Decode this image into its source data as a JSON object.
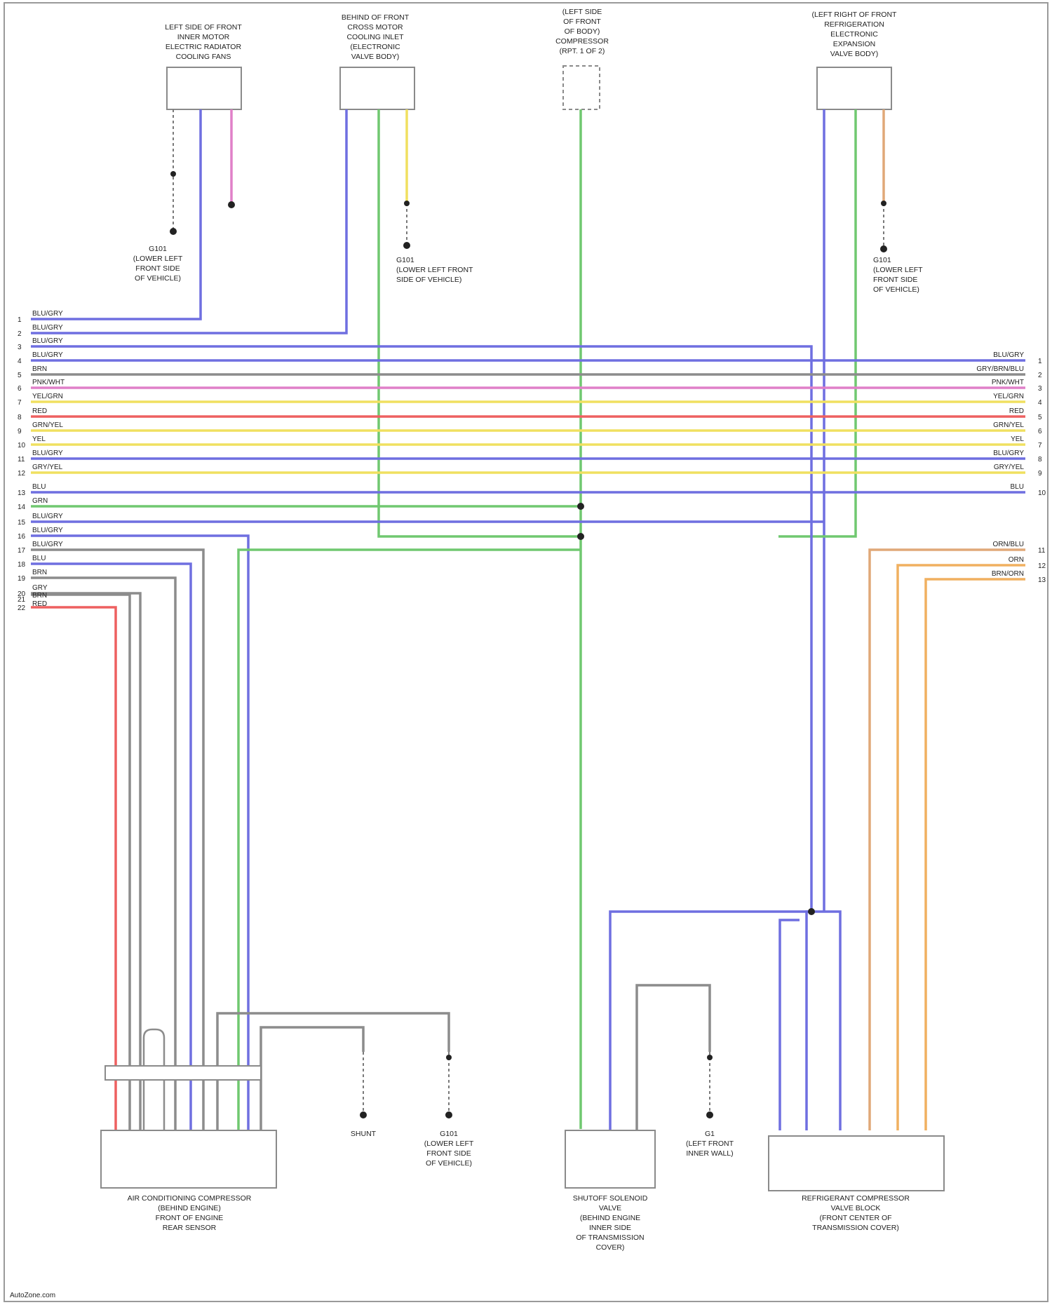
{
  "components": {
    "top1": [
      "LEFT SIDE OF FRONT",
      "INNER MOTOR",
      "ELECTRIC RADIATOR",
      "COOLING FANS"
    ],
    "top2": [
      "BEHIND OF FRONT",
      "CROSS MOTOR",
      "COOLING INLET",
      "(ELECTRONIC",
      "VALVE BODY)"
    ],
    "top3": [
      "(LEFT SIDE",
      "OF FRONT",
      "OF BODY)",
      "COMPRESSOR",
      "(RPT. 1 OF 2)"
    ],
    "top4": [
      "(LEFT RIGHT OF FRONT",
      "REFRIGERATION",
      "ELECTRONIC",
      "EXPANSION",
      "VALVE BODY)"
    ],
    "bottom1": [
      "AIR CONDITIONING COMPRESSOR",
      "(BEHIND ENGINE)",
      "FRONT OF ENGINE",
      "REAR SENSOR"
    ],
    "bottom2": [
      "SHUTOFF SOLENOID",
      "VALVE",
      "(BEHIND ENGINE",
      "INNER SIDE",
      "OF TRANSMISSION",
      "COVER)"
    ],
    "bottom3": [
      "REFRIGERANT COMPRESSOR",
      "VALVE BLOCK",
      "(FRONT CENTER OF",
      "TRANSMISSION COVER)"
    ]
  },
  "grounds": {
    "g1": [
      "G101",
      "(LOWER LEFT",
      "FRONT SIDE",
      "OF VEHICLE)"
    ],
    "g2": [
      "G101",
      "(LOWER LEFT FRONT",
      "SIDE OF VEHICLE)"
    ],
    "g3": [
      "G101",
      "(LOWER LEFT",
      "FRONT SIDE",
      "OF VEHICLE)"
    ],
    "g4": [
      "SHUNT"
    ],
    "g5": [
      "G101",
      "(LOWER LEFT",
      "FRONT SIDE",
      "OF VEHICLE)"
    ],
    "g6": [
      "G1",
      "(LEFT FRONT",
      "INNER WALL)"
    ]
  },
  "left_connector": {
    "pins": [
      "1",
      "2",
      "3",
      "4",
      "5",
      "6",
      "7",
      "8",
      "9",
      "10",
      "11",
      "12",
      "13",
      "14",
      "15",
      "16",
      "17",
      "18",
      "19",
      "20",
      "21",
      "22"
    ],
    "labels": [
      "BLU/GRY",
      "BLU/GRY",
      "BLU/GRY",
      "BLU/GRY",
      "BRN",
      "PNK/WHT",
      "YEL/GRN",
      "RED",
      "GRN/YEL",
      "YEL",
      "BLU/GRY",
      "GRY/YEL",
      "BLU",
      "GRN",
      "BLU/GRY",
      "BLU/GRY",
      "BLU/GRY",
      "BLU",
      "BRN",
      "GRY",
      "BRN",
      "RED"
    ]
  },
  "right_connector": {
    "pins": [
      "1",
      "2",
      "3",
      "4",
      "5",
      "6",
      "7",
      "8",
      "9",
      "10",
      "11",
      "12",
      "13"
    ],
    "labels": [
      "BLU/GRY",
      "GRY/BRN/BLU",
      "PNK/WHT",
      "YEL/GRN",
      "RED",
      "GRN/YEL",
      "YEL",
      "BLU/GRY",
      "GRY/YEL",
      "BLU",
      "ORN/BLU",
      "ORN",
      "BRN/ORN"
    ]
  },
  "colors": {
    "blue": "#6f6fe0",
    "gray": "#8c8c8c",
    "pink": "#e080c8",
    "yellow": "#f0e060",
    "red": "#ee6060",
    "orange": "#f0b060",
    "green": "#70c870",
    "tan": "#e0a878"
  },
  "footer": "AutoZone.com"
}
